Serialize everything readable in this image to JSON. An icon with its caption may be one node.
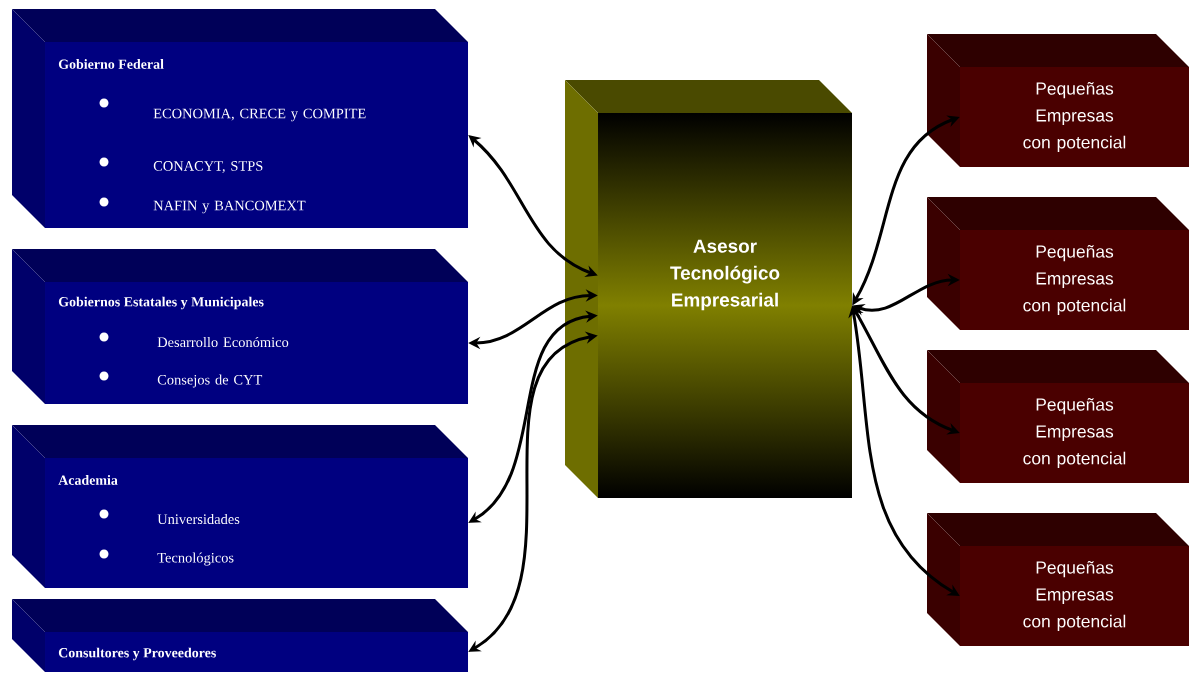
{
  "diagram": {
    "nodes": [
      {
        "text": [
          "Gobierno Federal",
          "ECONOMIA, CRECE y COMPITE",
          "CONACYT, STPS",
          "NAFIN y BANCOMEXT"
        ]
      },
      {
        "text": [
          "Gobiernos Estatales y Municipales",
          "Desarrollo Económico",
          "Consejos de CYT"
        ]
      },
      {
        "text": [
          "Academia",
          "Universidades",
          "Tecnológicos"
        ]
      },
      {
        "text": [
          "Consultores y Proveedores"
        ]
      },
      {
        "text": [
          "Asesor Tecnológico Empresarial"
        ]
      },
      {
        "text": [
          "Pequeñas Empresas con potencial"
        ]
      },
      {
        "text": [
          "Pequeñas Empresas con potencial"
        ]
      },
      {
        "text": [
          "Pequeñas Empresas con potencial"
        ]
      },
      {
        "text": [
          "Pequeñas Empresas con potencial"
        ]
      }
    ],
    "edges": [
      {
        "from": 4,
        "to": 0,
        "arrow": "both"
      },
      {
        "from": 4,
        "to": 1,
        "arrow": "both"
      },
      {
        "from": 4,
        "to": 2,
        "arrow": "both"
      },
      {
        "from": 4,
        "to": 3,
        "arrow": "both"
      },
      {
        "from": 4,
        "to": 5,
        "arrow": "both"
      },
      {
        "from": 4,
        "to": 6,
        "arrow": "both"
      },
      {
        "from": 4,
        "to": 7,
        "arrow": "both"
      },
      {
        "from": 4,
        "to": 8,
        "arrow": "both"
      }
    ]
  }
}
